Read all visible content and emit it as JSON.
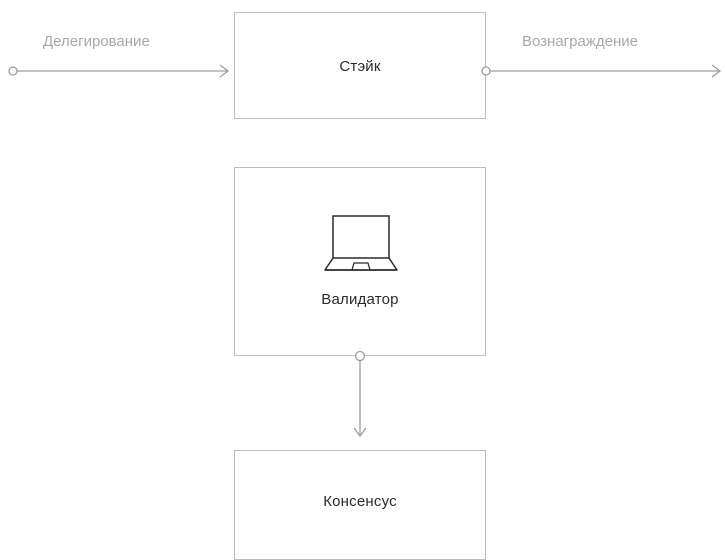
{
  "nodes": {
    "stake": "Стэйк",
    "validator": "Валидатор",
    "consensus": "Консенсус"
  },
  "edges": {
    "delegation": "Делегирование",
    "reward": "Вознаграждение"
  },
  "icons": {
    "validator_icon": "laptop-icon"
  },
  "colors": {
    "box_border": "#bdbdbd",
    "connector": "#9e9e9e",
    "edge_label": "#a8a8a8",
    "node_text": "#2b2b2b"
  }
}
